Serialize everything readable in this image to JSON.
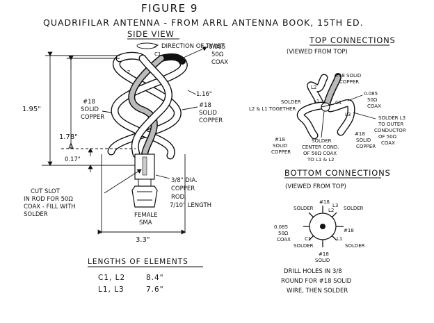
{
  "figure_label": "FIGURE 9",
  "title": "QUADRIFILAR ANTENNA - FROM ARRL ANTENNA BOOK, 15TH ED.",
  "side_view": {
    "heading": "SIDE VIEW",
    "direction_label": "DIRECTION OF TWIST",
    "element_labels": [
      "L1",
      "C1",
      "L2",
      "L3"
    ],
    "coax_label": [
      "0.085",
      "50Ω",
      "COAX"
    ],
    "wire_left": [
      "#18",
      "SOLID",
      "COPPER"
    ],
    "wire_right": [
      "#18",
      "SOLID",
      "COPPER"
    ],
    "width_top": "1.16\"",
    "dim_outer": "1.95\"",
    "dim_inner": "1.78\"",
    "dim_bottom": "0.17\"",
    "dim_width": "3.3\"",
    "rod_label": [
      "3/8\" DIA.",
      "COPPER",
      "ROD.",
      "7/10\" LENGTH"
    ],
    "slot_label": [
      "CUT SLOT",
      "IN ROD FOR 50Ω",
      "COAX - FILL WITH",
      "SOLDER"
    ],
    "connector_label": [
      "FEMALE",
      "SMA"
    ]
  },
  "lengths": {
    "heading": "LENGTHS OF ELEMENTS",
    "rows": [
      {
        "name": "C1, L2",
        "value": "8.4\""
      },
      {
        "name": "L1, L3",
        "value": "7.6\""
      }
    ]
  },
  "top_connections": {
    "heading": "TOP CONNECTIONS",
    "sub": "(VIEWED FROM TOP)",
    "labels": {
      "wire_top": [
        "#18 SOLID",
        "COPPER"
      ],
      "coax": [
        "0.085",
        "50Ω",
        "COAX"
      ],
      "solder_left": [
        "SOLDER",
        "L2 & L1 TOGETHER"
      ],
      "solder_right": [
        "SOLDER L3",
        "TO OUTER",
        "CONDUCTOR",
        "OF 50Ω",
        "COAX"
      ],
      "wire_bottom_left": [
        "#18",
        "SOLID",
        "COPPER"
      ],
      "wire_bottom_right": [
        "#18",
        "SOLID",
        "COPPER"
      ],
      "center": [
        "SOLDER",
        "CENTER COND.",
        "OF 50Ω COAX",
        "TO L1 & L2"
      ],
      "elements": [
        "L2",
        "L1",
        "C1",
        "L3"
      ]
    }
  },
  "bottom_connections": {
    "heading": "BOTTOM CONNECTIONS",
    "sub": "(VIEWED FROM TOP)",
    "labels": {
      "solder": "SOLDER",
      "wire": "#18",
      "coax": [
        "0.085",
        "50Ω",
        "COAX"
      ],
      "elements": [
        "C1",
        "L2",
        "L1",
        "L3"
      ],
      "bottom_wire": [
        "#18",
        "SOLID"
      ],
      "note": [
        "DRILL HOLES IN 3/8",
        "ROUND FOR #18 SOLID",
        "WIRE, THEN SOLDER"
      ]
    }
  }
}
